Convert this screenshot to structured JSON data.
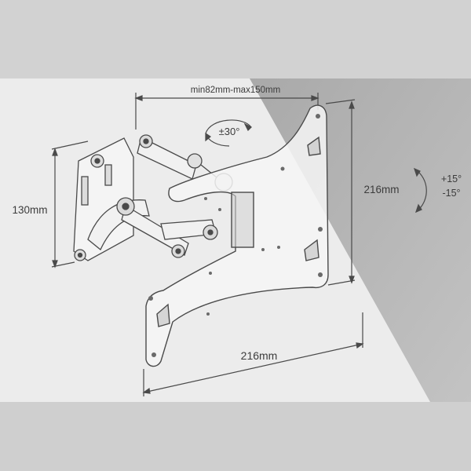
{
  "dimensions": {
    "arm_extension": "min82mm-max150mm",
    "swivel": "±30°",
    "height_left": "130mm",
    "plate_height": "216mm",
    "plate_width": "216mm",
    "tilt_up": "+15°",
    "tilt_down": "-15°"
  },
  "colors": {
    "background": "#c9c9c9",
    "panel": "#e9e9e9",
    "shadow": "#b2b2b2",
    "line": "#4a4a4a"
  }
}
